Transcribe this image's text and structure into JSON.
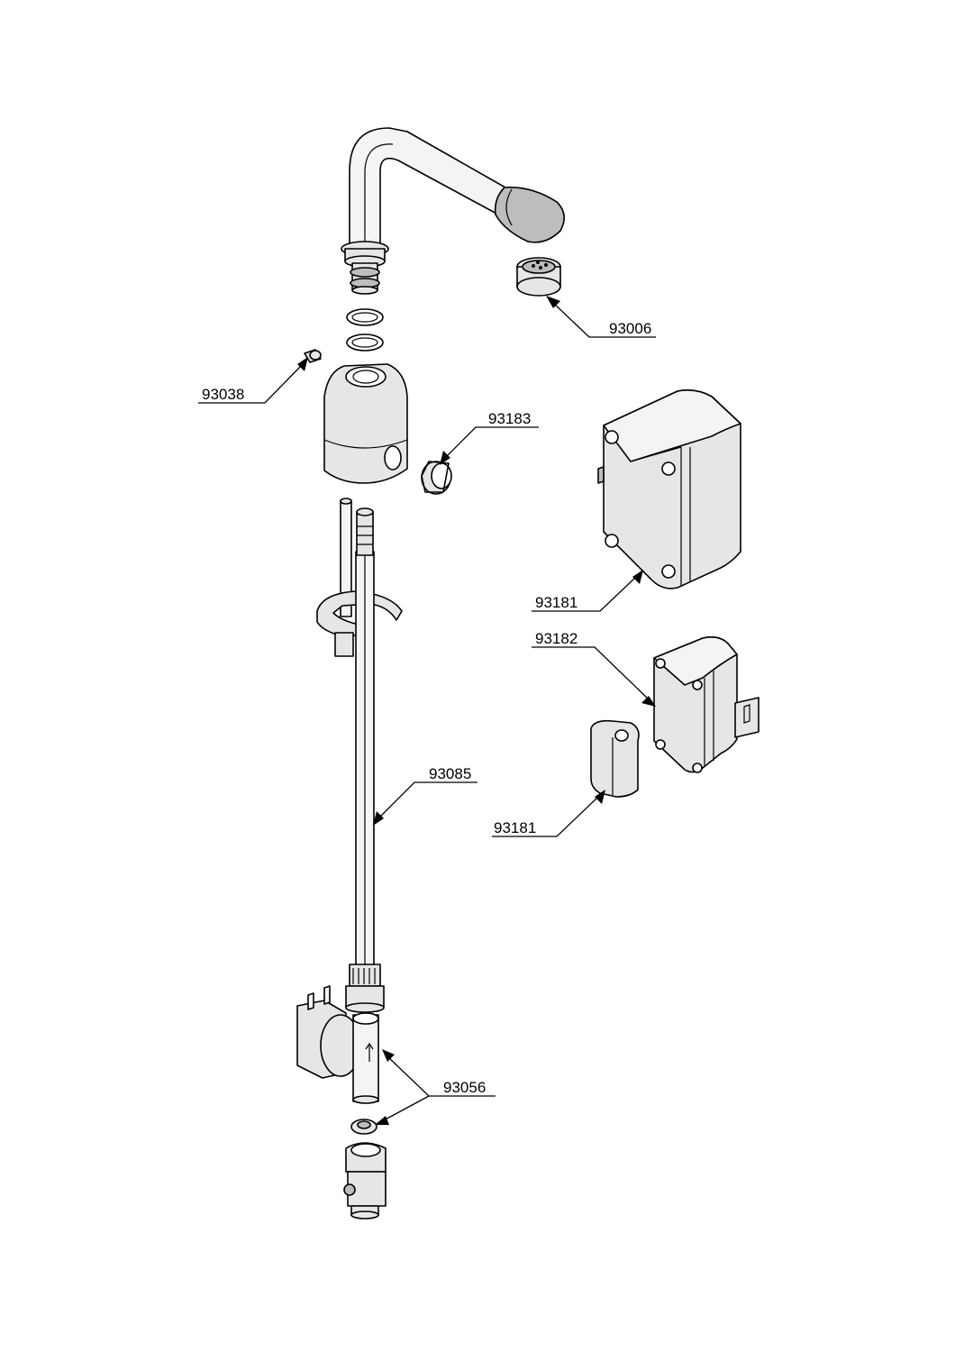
{
  "callouts": [
    {
      "id": "c-93006",
      "label": "93006"
    },
    {
      "id": "c-93038",
      "label": "93038"
    },
    {
      "id": "c-93183",
      "label": "93183"
    },
    {
      "id": "c-93181-box",
      "label": "93181"
    },
    {
      "id": "c-93182",
      "label": "93182"
    },
    {
      "id": "c-93085",
      "label": "93085"
    },
    {
      "id": "c-93181-mount",
      "label": "93181"
    },
    {
      "id": "c-93056",
      "label": "93056"
    }
  ],
  "colors": {
    "line": "#000000",
    "background": "#ffffff",
    "part_fill": "#e6e6e6"
  }
}
